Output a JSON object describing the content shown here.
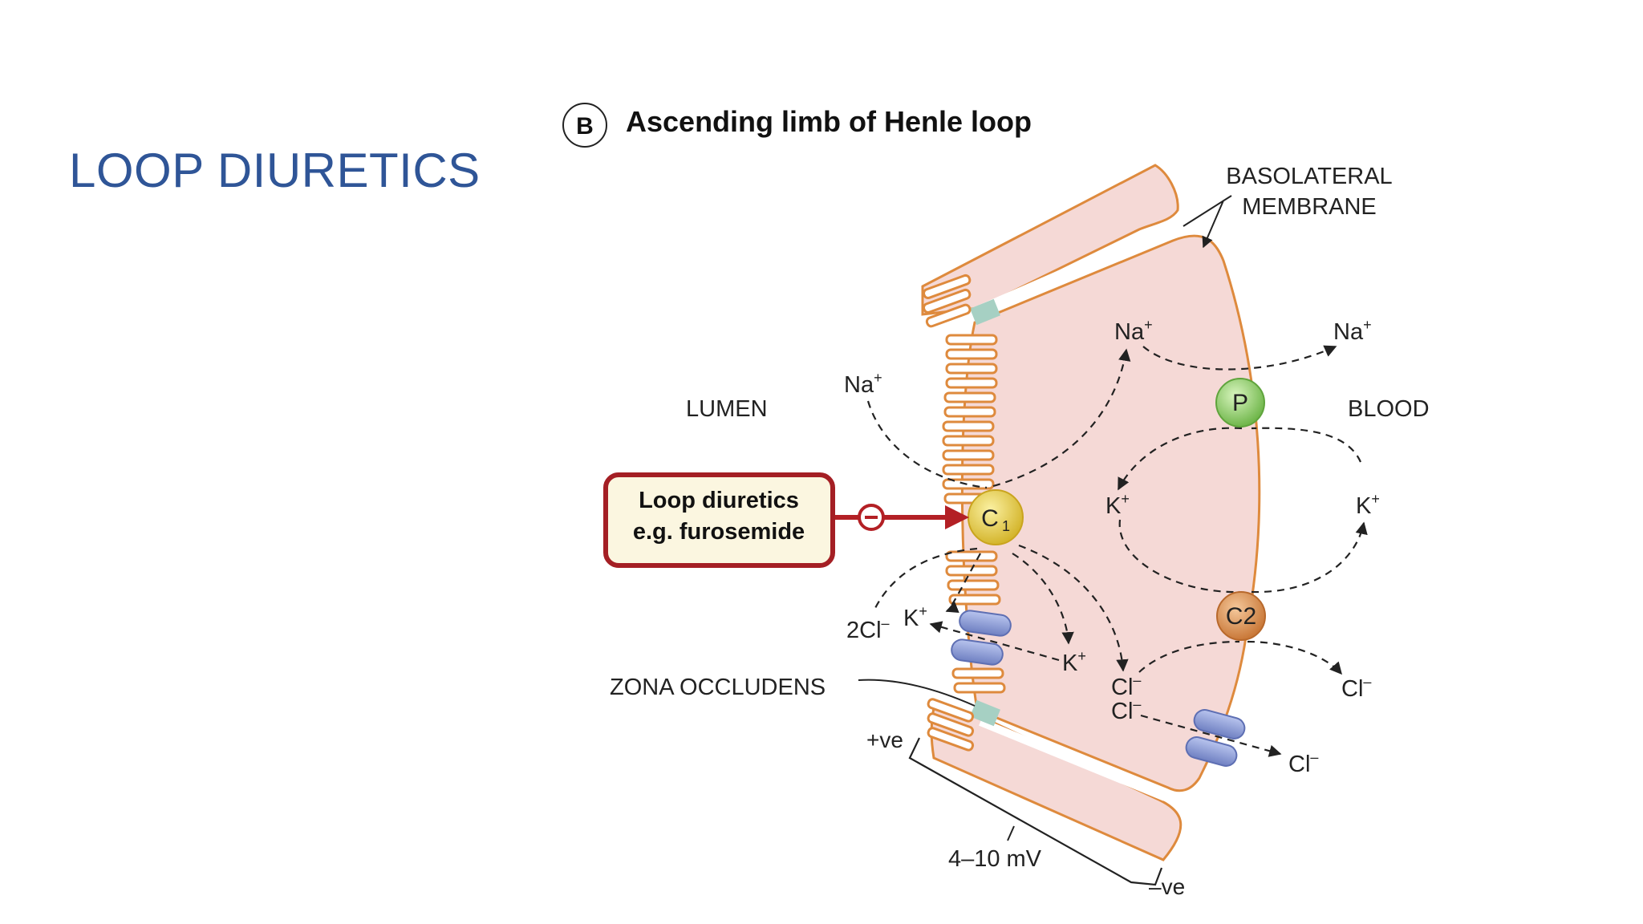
{
  "slide": {
    "title": "LOOP DIURETICS"
  },
  "figure": {
    "panel_letter": "B",
    "title": "Ascending limb of Henle loop",
    "labels": {
      "basolateral_line1": "BASOLATERAL",
      "basolateral_line2": "MEMBRANE",
      "lumen": "LUMEN",
      "blood": "BLOOD",
      "zona": "ZONA OCCLUDENS",
      "pos": "+ve",
      "neg": "–ve",
      "voltage": "4–10 mV"
    },
    "drug_box": {
      "line1": "Loop diuretics",
      "line2": "e.g. furosemide"
    },
    "transporters": {
      "c1": "C",
      "c1_sub": "1",
      "p": "P",
      "c2": "C2"
    },
    "ions": {
      "na_lumen": "Na",
      "na_cell": "Na",
      "na_blood": "Na",
      "k_cell": "K",
      "k_blood": "K",
      "k_lumen": "K",
      "k_cell_low": "K",
      "cl2_lumen": "2Cl",
      "cl_cell_1": "Cl",
      "cl_cell_2": "Cl",
      "cl_blood_1": "Cl",
      "cl_blood_2": "Cl",
      "plus": "+",
      "minus": "–"
    },
    "colors": {
      "title": "#2f5597",
      "cell_fill": "#f5d9d6",
      "membrane": "#de8a3d",
      "drug_border": "#a41f24",
      "drug_fill": "#fbf6e0",
      "c1": "#e6cf45",
      "p": "#8fd06a",
      "c2": "#d99255",
      "channel": "#8e9ed4",
      "junction": "#a6d0c3"
    }
  }
}
